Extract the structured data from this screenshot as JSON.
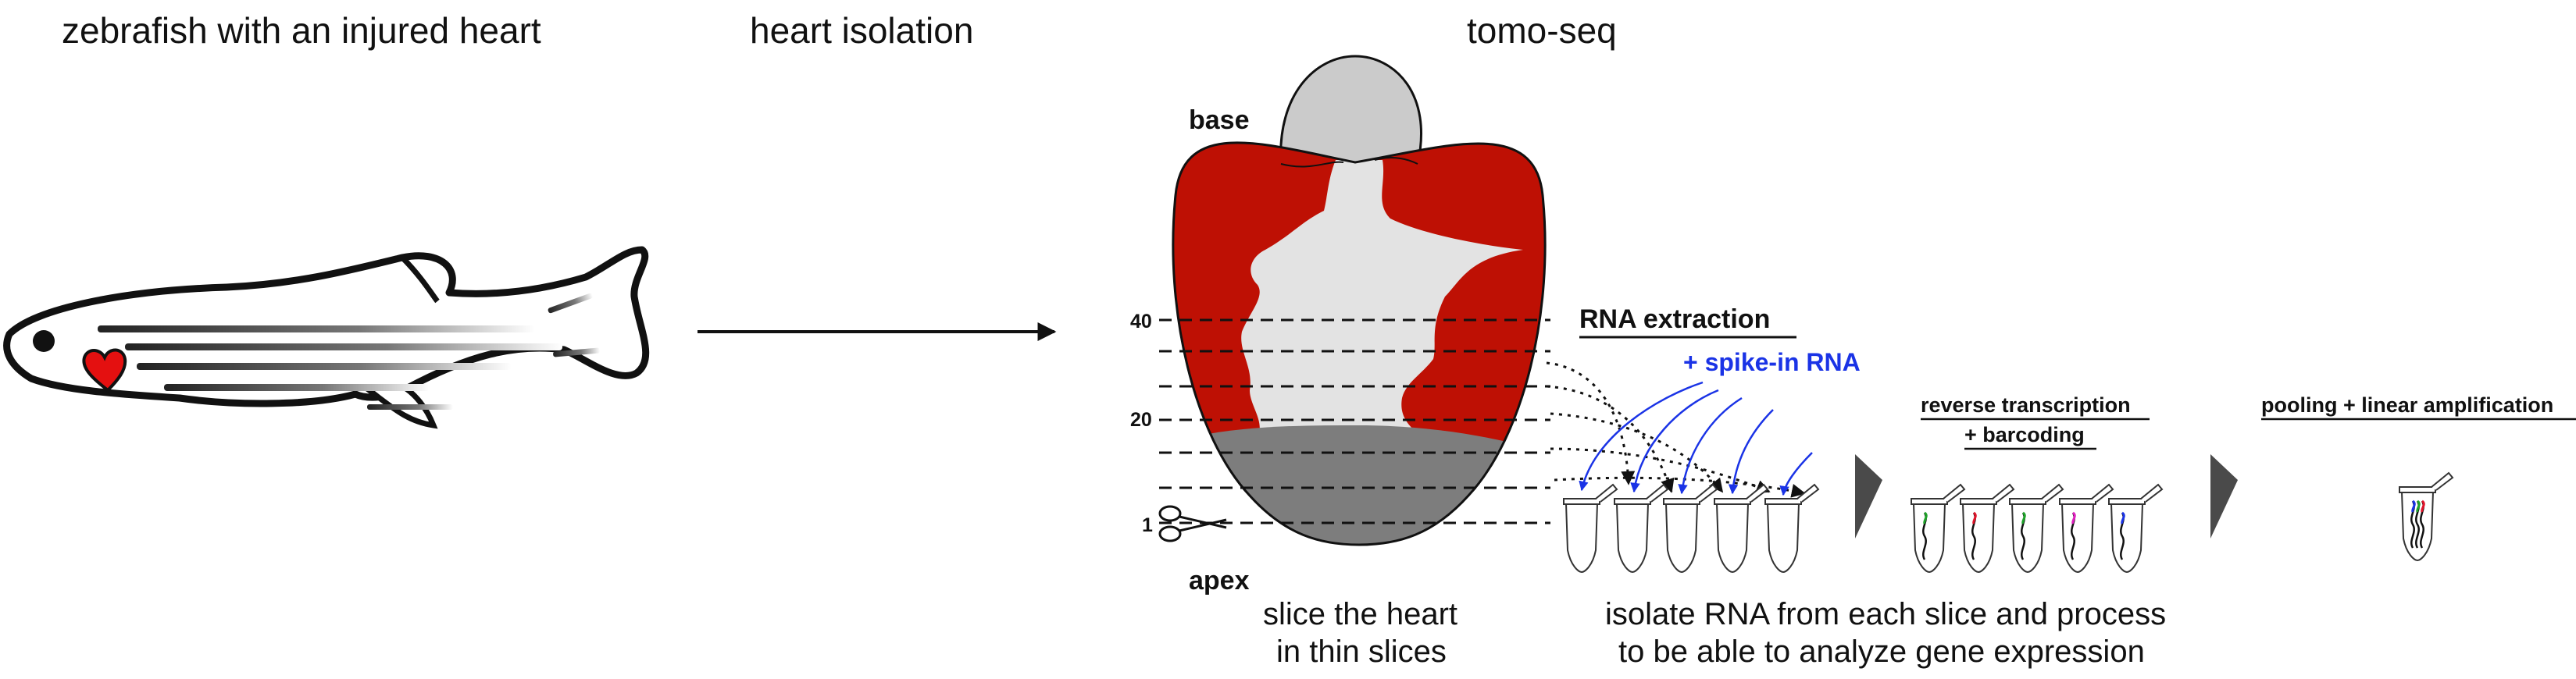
{
  "headers": {
    "fish": "zebrafish with an injured heart",
    "isolation": "heart isolation",
    "tomo": "tomo-seq"
  },
  "heart": {
    "base": "base",
    "apex": "apex",
    "slice_numbers": [
      "40",
      "20",
      "1"
    ]
  },
  "steps": {
    "rna_extraction": "RNA extraction",
    "spike_in": "+ spike-in RNA",
    "rt_line1": "reverse transcription",
    "rt_line2": "+ barcoding",
    "pooling": "pooling + linear amplification"
  },
  "captions": {
    "slice_line1": "slice the heart",
    "slice_line2": "in thin slices",
    "isolate_line1": "isolate RNA from each slice and process",
    "isolate_line2": "to be able to analyze gene expression"
  },
  "colors": {
    "myocardium": "#be1004",
    "lumen": "#e3e3e3",
    "bulbus": "#cbcbcb",
    "injury": "#7d7d7d",
    "spike_in": "#1a33e6",
    "fish_heart": "#e41010",
    "barcode_colors": [
      "#1fa32a",
      "#e1142a",
      "#1fa32a",
      "#e020c0",
      "#1a33e6"
    ]
  }
}
